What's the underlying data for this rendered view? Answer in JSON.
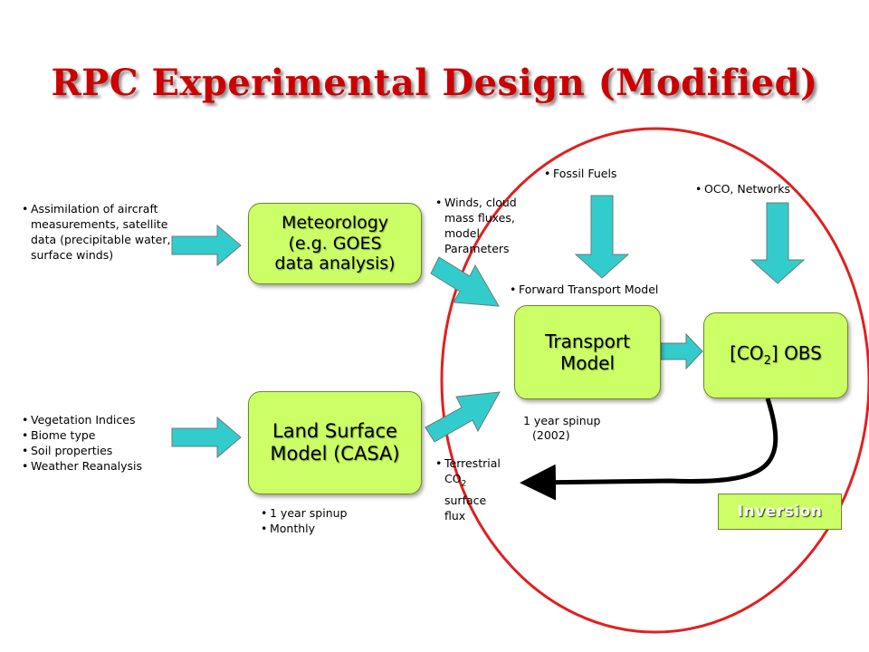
{
  "title": "RPC Experimental Design (Modified)",
  "boxes": {
    "meteorology": {
      "line1": "Meteorology",
      "line2": "(e.g. GOES",
      "line3": "data analysis)"
    },
    "land_surface": {
      "line1": "Land Surface",
      "line2": "Model (CASA)"
    },
    "transport": {
      "line1": "Transport",
      "line2": "Model"
    },
    "co2_obs": {
      "prefix": "[CO",
      "sub": "2",
      "suffix": "] OBS"
    },
    "inversion": "Inversion"
  },
  "notes": {
    "assimilation": "Assimilation of aircraft measurements, satellite data (precipitable water, surface winds)",
    "land_inputs": [
      "Vegetation Indices",
      "Biome type",
      "Soil properties",
      "Weather Reanalysis"
    ],
    "land_spinup": [
      "1 year spinup",
      "Monthly"
    ],
    "winds": "Winds, cloud mass fluxes, model Parameters",
    "fossil": "Fossil Fuels",
    "oco": "OCO, Networks",
    "forward": "Forward Transport Model",
    "transport_spinup_1": "1 year spinup",
    "transport_spinup_2": "(2002)",
    "terrestrial": {
      "prefix": "Terrestrial CO",
      "sub": "2",
      "suffix": " surface flux"
    }
  },
  "colors": {
    "title": "#cc0000",
    "box_fill": "#ccff66",
    "arrow_fill": "#33cccc",
    "circle": "#e02020",
    "feedback": "#000000"
  }
}
